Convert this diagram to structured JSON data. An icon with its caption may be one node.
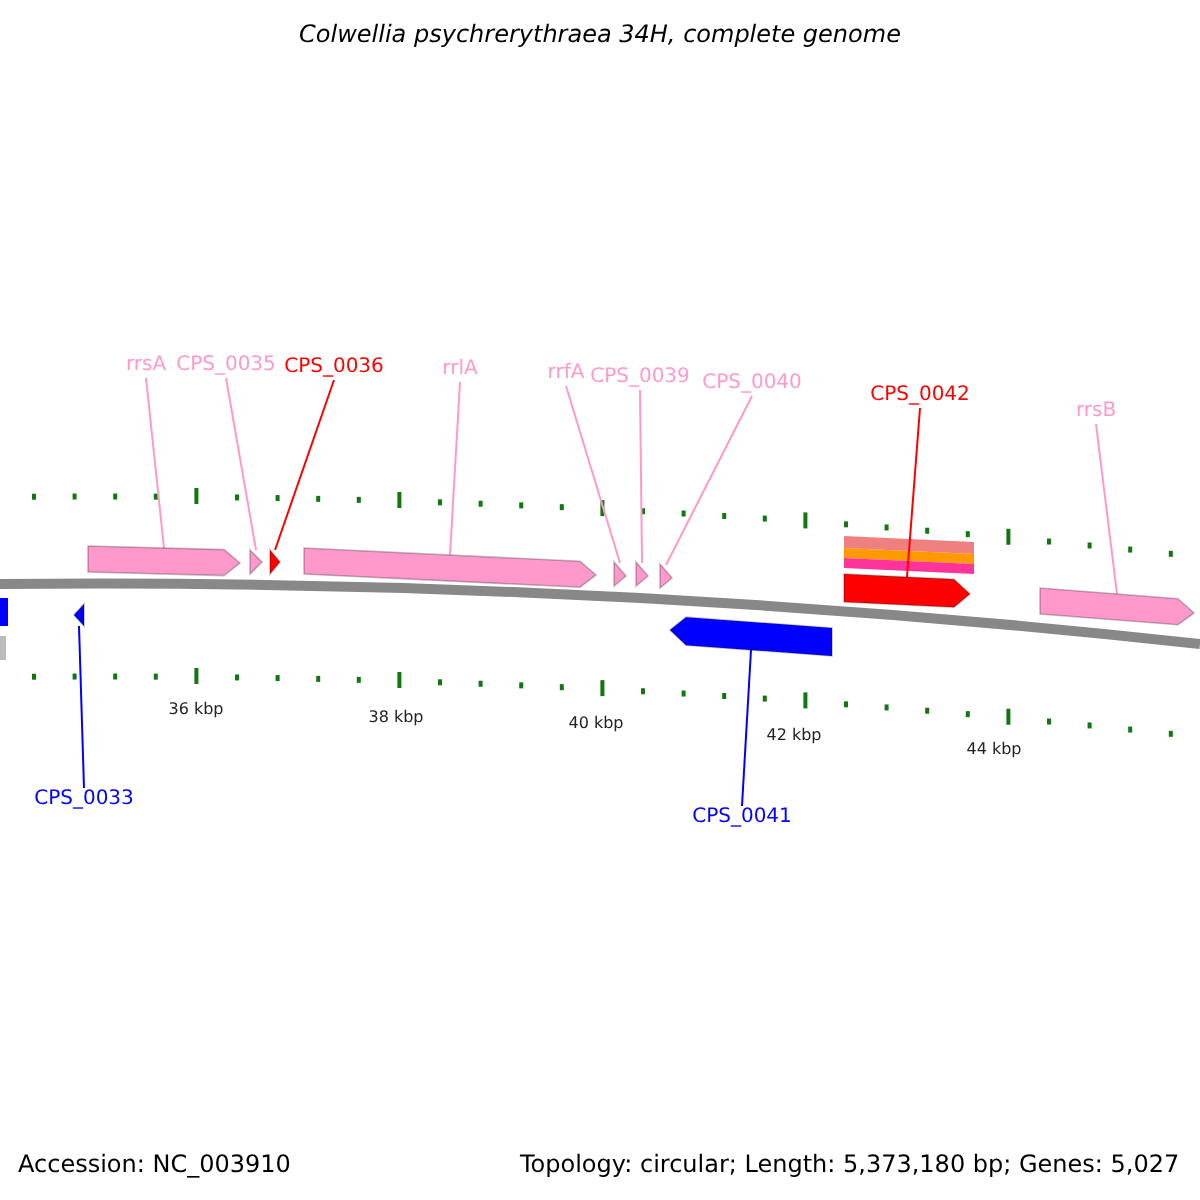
{
  "diagram": {
    "title": "Colwellia psychrerythraea 34H, complete genome",
    "nodes": [
      {
        "text": [
          "rrsA"
        ]
      },
      {
        "text": [
          "CPS_0035"
        ]
      },
      {
        "text": [
          "CPS_0036"
        ]
      },
      {
        "text": [
          "rrlA"
        ]
      },
      {
        "text": [
          "rrfA"
        ]
      },
      {
        "text": [
          "CPS_0039"
        ]
      },
      {
        "text": [
          "CPS_0040"
        ]
      },
      {
        "text": [
          "CPS_0042"
        ]
      },
      {
        "text": [
          "rrsB"
        ]
      },
      {
        "text": [],
        "shape": "bar"
      },
      {
        "text": [],
        "shape": "bar"
      },
      {
        "text": [],
        "shape": "bar"
      },
      {
        "text": [],
        "shape": "bar"
      },
      {
        "text": [],
        "shape": "bar"
      },
      {
        "text": [],
        "shape": "bar"
      },
      {
        "text": [],
        "shape": "bar"
      },
      {
        "text": [],
        "shape": "bar"
      },
      {
        "text": [],
        "shape": "bar"
      },
      {
        "text": [],
        "shape": "bar"
      },
      {
        "text": [],
        "shape": "bar"
      },
      {
        "text": [
          "CPS_0033"
        ]
      },
      {
        "text": [
          "CPS_0041"
        ]
      }
    ],
    "edges": [
      {
        "from": 0,
        "to": 9,
        "arrow": "none"
      },
      {
        "from": 1,
        "to": 10,
        "arrow": "none"
      },
      {
        "from": 2,
        "to": 11,
        "arrow": "none",
        "color": "#ff0000"
      },
      {
        "from": 3,
        "to": 12,
        "arrow": "none"
      },
      {
        "from": 4,
        "to": 13,
        "arrow": "none"
      },
      {
        "from": 5,
        "to": 14,
        "arrow": "none"
      },
      {
        "from": 6,
        "to": 15,
        "arrow": "none"
      },
      {
        "from": 7,
        "to": 16,
        "arrow": "none",
        "color": "#ff0000"
      },
      {
        "from": 8,
        "to": 17,
        "arrow": "none"
      },
      {
        "from": 20,
        "to": 18,
        "arrow": "none",
        "color": "#0000ff"
      },
      {
        "from": 21,
        "to": 19,
        "arrow": "none",
        "color": "#0000ff"
      }
    ],
    "labels": [
      "36 kbp",
      "38 kbp",
      "40 kbp",
      "42 kbp",
      "44 kbp",
      "Accession: NC_003910",
      "Topology: circular; Length: 5,373,180 bp; Genes: 5,027"
    ]
  }
}
